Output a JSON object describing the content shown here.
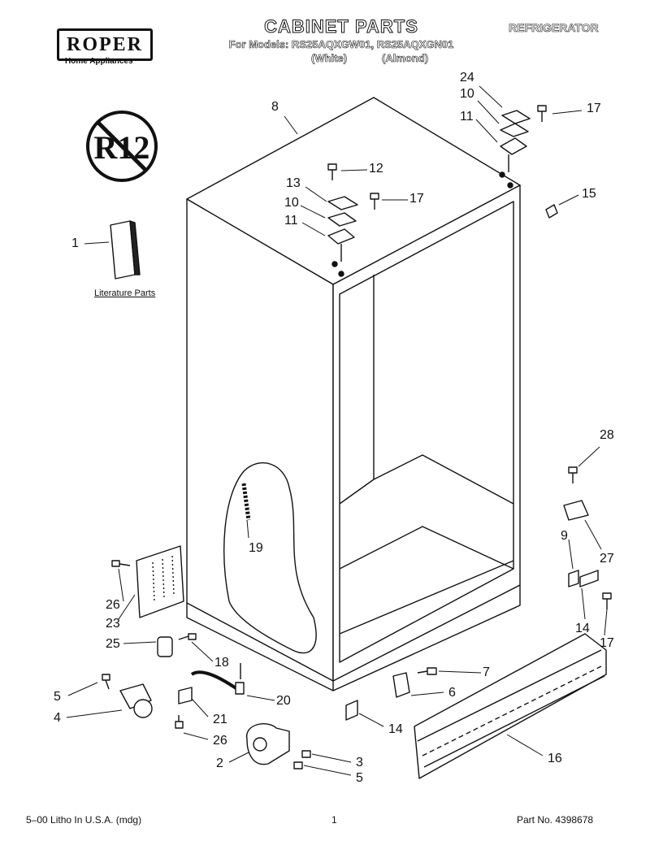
{
  "header": {
    "brand": "ROPER",
    "brand_tagline": "Home Appliances",
    "title": "CABINET PARTS",
    "models_line": "For Models: RS25AQXGW01, RS25AQXGN01",
    "variant_white": "(White)",
    "variant_almond": "(Almond)",
    "category": "REFRIGERATOR"
  },
  "badge": {
    "text": "R12",
    "icon": "no-r12-icon"
  },
  "literature_label": "Literature Parts",
  "callouts": [
    {
      "id": "c8",
      "label": "8"
    },
    {
      "id": "c24",
      "label": "24"
    },
    {
      "id": "c10a",
      "label": "10"
    },
    {
      "id": "c17a",
      "label": "17"
    },
    {
      "id": "c11a",
      "label": "11"
    },
    {
      "id": "c12",
      "label": "12"
    },
    {
      "id": "c15",
      "label": "15"
    },
    {
      "id": "c13",
      "label": "13"
    },
    {
      "id": "c10b",
      "label": "10"
    },
    {
      "id": "c17b",
      "label": "17"
    },
    {
      "id": "c11b",
      "label": "11"
    },
    {
      "id": "c1",
      "label": "1"
    },
    {
      "id": "c28",
      "label": "28"
    },
    {
      "id": "c19",
      "label": "19"
    },
    {
      "id": "c9",
      "label": "9"
    },
    {
      "id": "c27",
      "label": "27"
    },
    {
      "id": "c26a",
      "label": "26"
    },
    {
      "id": "c23",
      "label": "23"
    },
    {
      "id": "c14a",
      "label": "14"
    },
    {
      "id": "c17c",
      "label": "17"
    },
    {
      "id": "c25",
      "label": "25"
    },
    {
      "id": "c18",
      "label": "18"
    },
    {
      "id": "c7",
      "label": "7"
    },
    {
      "id": "c5a",
      "label": "5"
    },
    {
      "id": "c6",
      "label": "6"
    },
    {
      "id": "c20",
      "label": "20"
    },
    {
      "id": "c4",
      "label": "4"
    },
    {
      "id": "c21",
      "label": "21"
    },
    {
      "id": "c14b",
      "label": "14"
    },
    {
      "id": "c26b",
      "label": "26"
    },
    {
      "id": "c16",
      "label": "16"
    },
    {
      "id": "c3",
      "label": "3"
    },
    {
      "id": "c2",
      "label": "2"
    },
    {
      "id": "c5b",
      "label": "5"
    }
  ],
  "footer": {
    "print_info": "5–00 Litho In U.S.A. (mdg)",
    "page_number": "1",
    "part_number": "Part No. 4398678"
  }
}
